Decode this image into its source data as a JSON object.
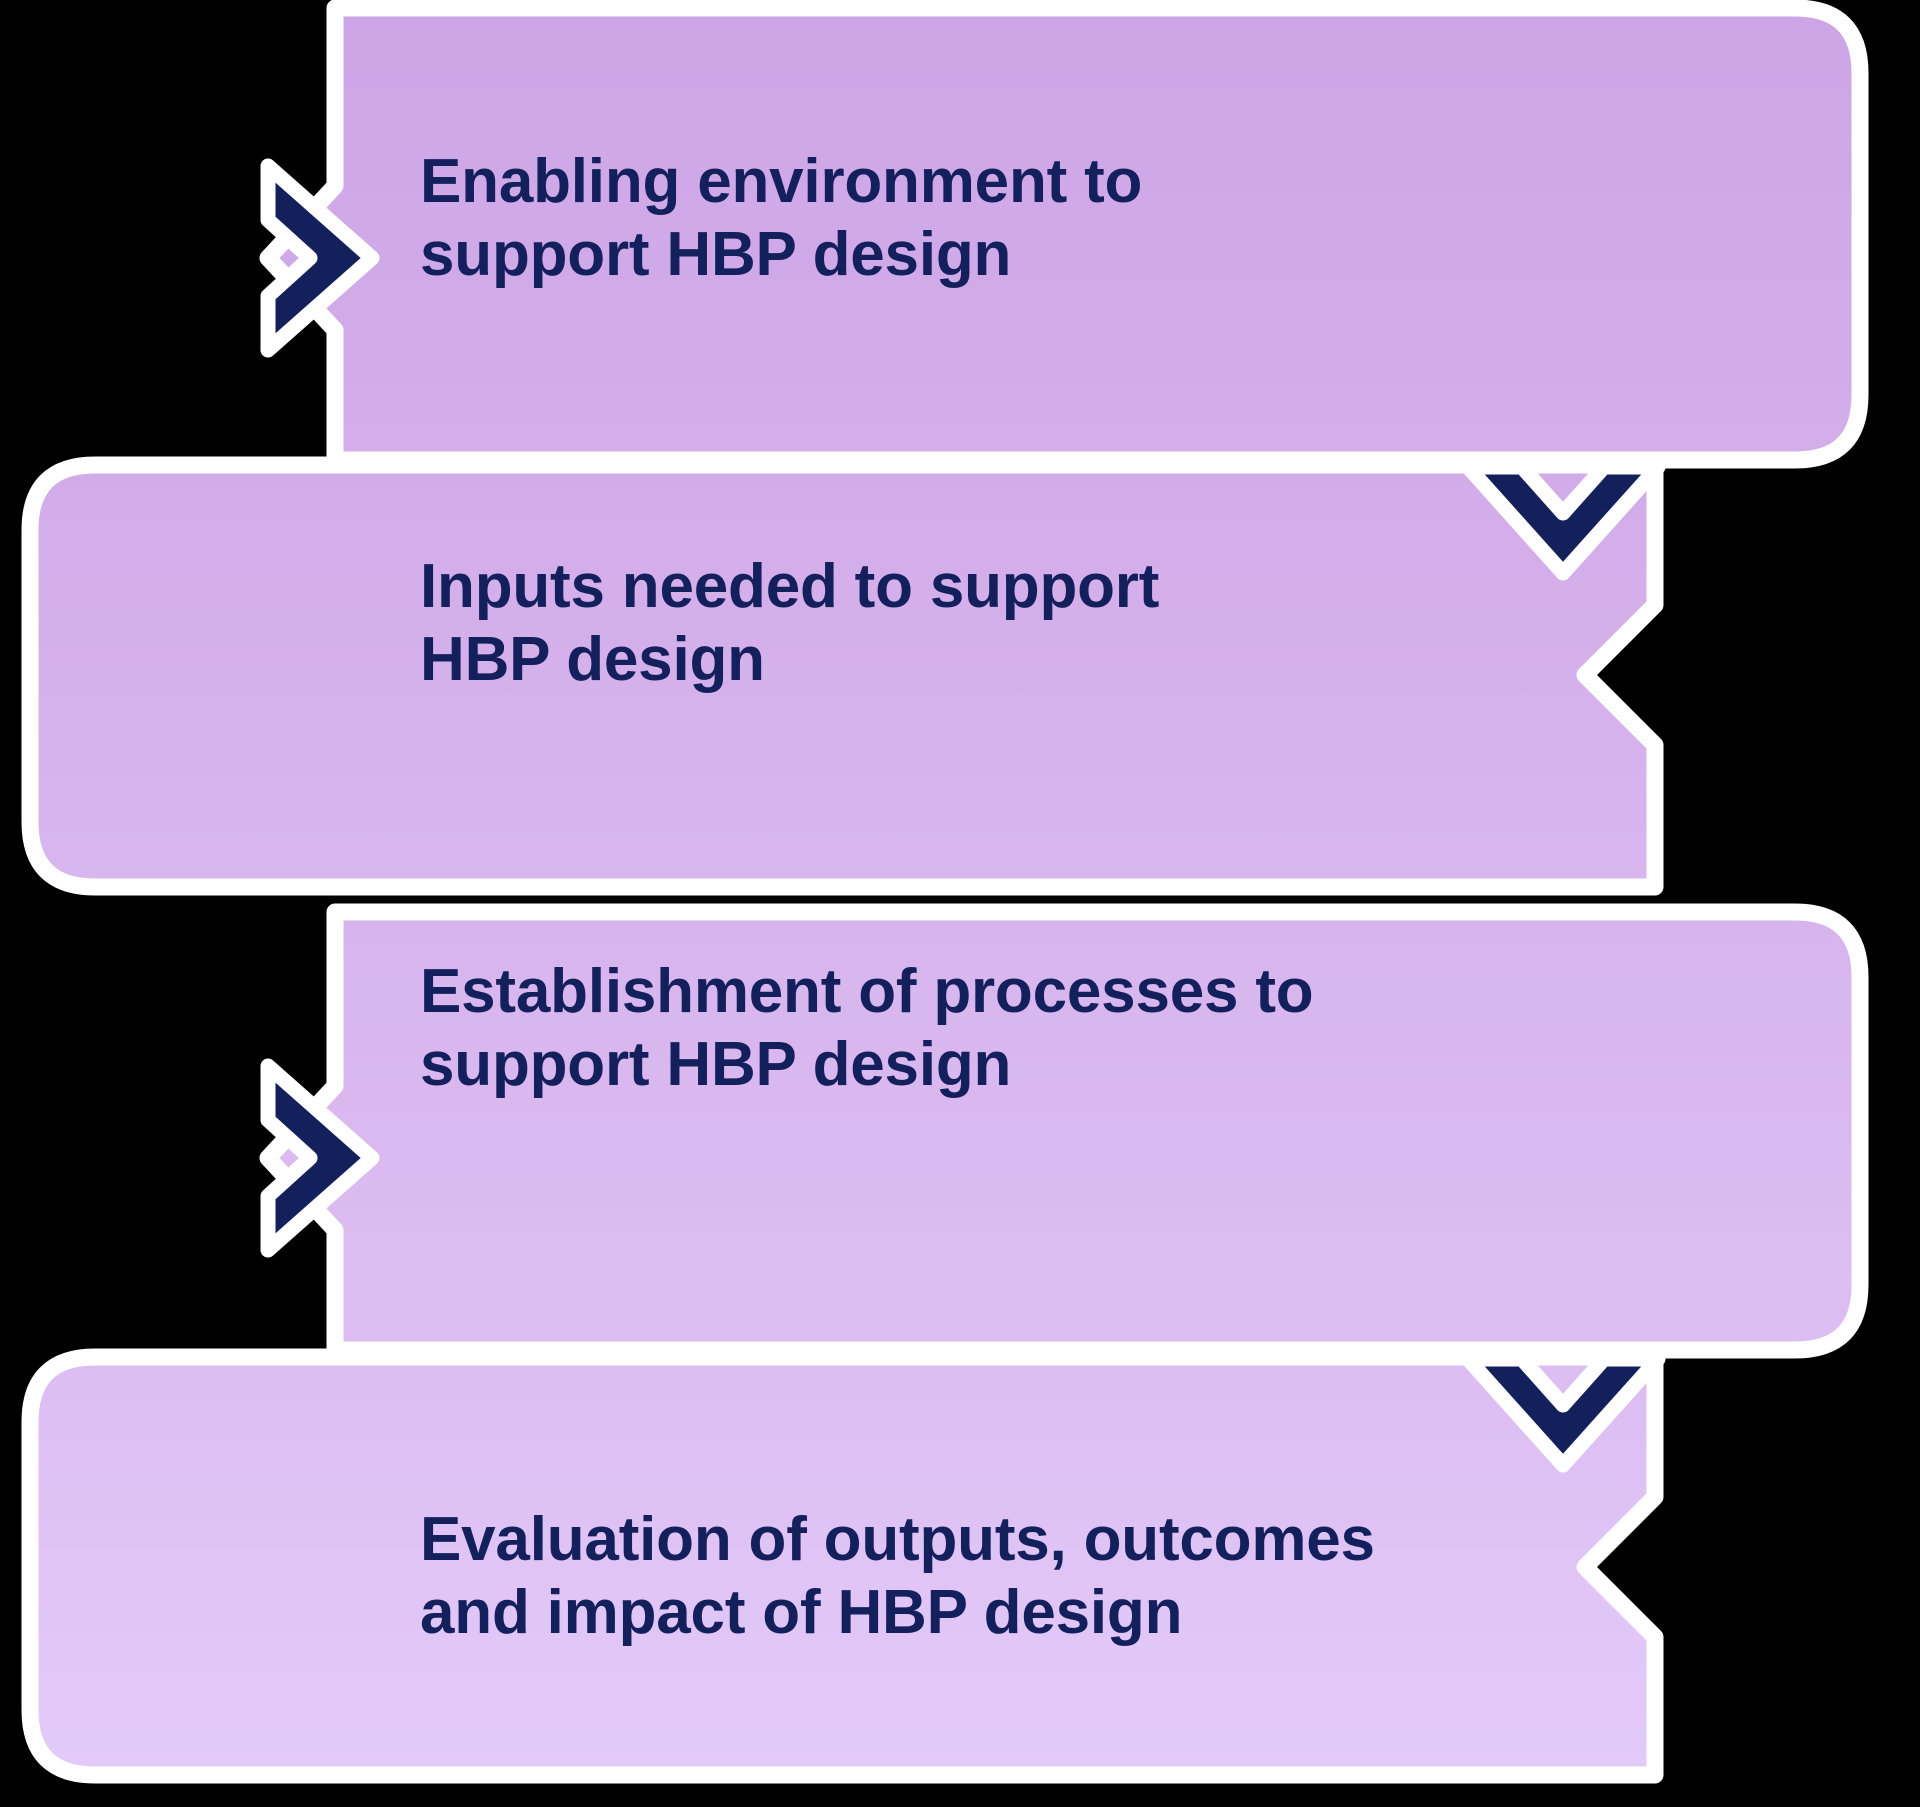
{
  "diagram": {
    "type": "stacked-chevron-flow",
    "title_text_color": "#14205c",
    "colors": {
      "band_fill_top": "#cda5e6",
      "band_fill_bottom": "#e1c9f8",
      "band_outline": "#ffffff",
      "chevron_arrow": "#14205c",
      "background": "#000000"
    },
    "steps": [
      {
        "index": 1,
        "name": "enabling-environment",
        "text": "Enabling environment to\nsupport HBP design",
        "arrow_direction": "right",
        "arrow_side": "left"
      },
      {
        "index": 2,
        "name": "inputs-needed",
        "text": "Inputs needed to support\nHBP design",
        "arrow_direction": "down",
        "arrow_side": "right"
      },
      {
        "index": 3,
        "name": "establishment-of-processes",
        "text": "Establishment of processes to\nsupport HBP design",
        "arrow_direction": "right",
        "arrow_side": "left"
      },
      {
        "index": 4,
        "name": "evaluation-of-outputs",
        "text": "Evaluation of outputs, outcomes\nand impact of HBP design",
        "arrow_direction": "down",
        "arrow_side": "right"
      }
    ]
  }
}
